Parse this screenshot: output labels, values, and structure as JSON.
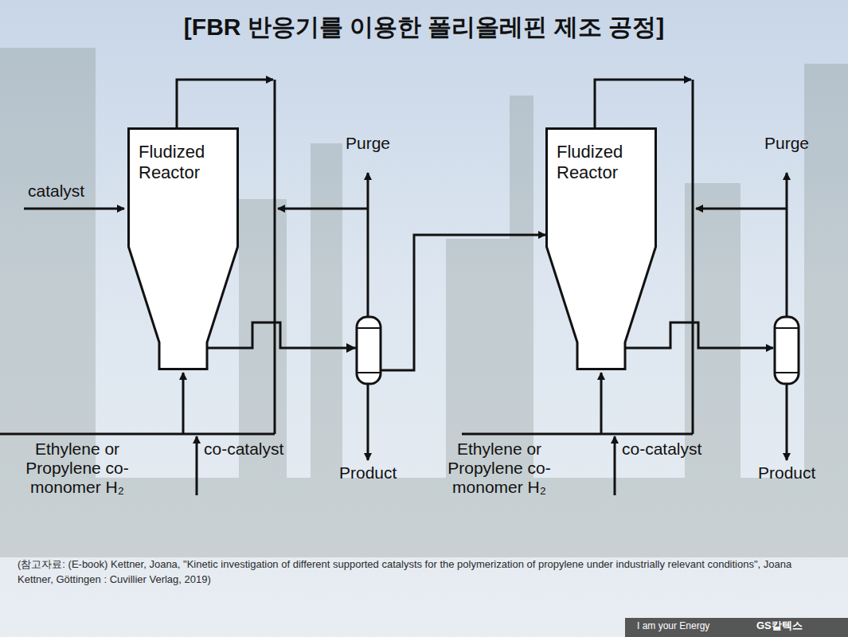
{
  "diagram": {
    "title": "[FBR 반응기를 이용한 폴리올레핀 제조 공정]",
    "caption": "(참고자료: (E-book) Kettner, Joana, \"Kinetic investigation of different supported catalysts for the polymerization of propylene under industrially relevant conditions\", Joana Kettner, Göttingen : Cuvillier Verlag, 2019)",
    "nodes": [
      {
        "text": [
          "Fludized Reactor"
        ]
      },
      {
        "text": [
          "Fludized Reactor"
        ]
      }
    ],
    "edges": [
      {
        "from": 0,
        "to": 1,
        "arrow": "to"
      }
    ],
    "labels": [
      "catalyst",
      "Purge",
      "Ethylene or Propylene co-monomer H₂",
      "co-catalyst",
      "Product",
      "Purge",
      "Ethylene or Propylene co-monomer H₂",
      "co-catalyst",
      "Product",
      "I am your Energy",
      "GS칼텍스"
    ]
  }
}
